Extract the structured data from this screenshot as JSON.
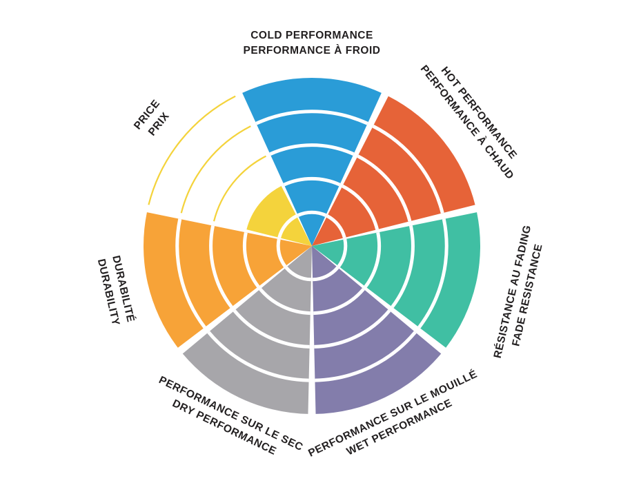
{
  "page": {
    "background_color": "#FFFFFF",
    "text_color": "#221F20",
    "ring_divider_color": "#FFFFFF"
  },
  "chart_data": {
    "type": "pie",
    "variant": "segmented-performance-wheel",
    "title": "",
    "rings": 5,
    "value_max": 5,
    "legend_position": "labels-around-wheel",
    "grid": "concentric-ring-dividers",
    "categories": [
      {
        "id": "cold-performance",
        "label_en": "COLD PERFORMANCE",
        "label_fr": "PERFORMANCE À FROID",
        "value": 5,
        "color": "#2A9CD7"
      },
      {
        "id": "hot-performance",
        "label_en": "HOT PERFORMANCE",
        "label_fr": "PERFORMANCE À CHAUD",
        "value": 5,
        "color": "#E66338"
      },
      {
        "id": "fade-resistance",
        "label_en": "FADE RESISTANCE",
        "label_fr": "RÉSISTANCE AU FADING",
        "value": 5,
        "color": "#40BFA3"
      },
      {
        "id": "wet-performance",
        "label_en": "WET PERFORMANCE",
        "label_fr": "PERFORMANCE SUR LE MOUILLÉ",
        "value": 5,
        "color": "#837DAB"
      },
      {
        "id": "dry-performance",
        "label_en": "DRY PERFORMANCE",
        "label_fr": "PERFORMANCE SUR LE SEC",
        "value": 5,
        "color": "#A7A6AA"
      },
      {
        "id": "durability",
        "label_en": "DURABILITY",
        "label_fr": "DURABILITÉ",
        "value": 5,
        "color": "#F7A338"
      },
      {
        "id": "price",
        "label_en": "PRICE",
        "label_fr": "PRIX",
        "value": 2,
        "color": "#F4D33C"
      }
    ]
  }
}
